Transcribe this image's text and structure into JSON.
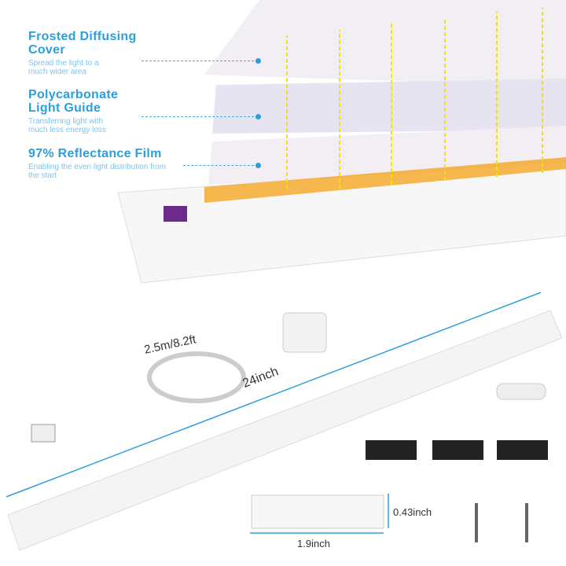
{
  "layers": [
    {
      "title": "Frosted Diffusing Cover",
      "subtitle": "Spread the light to a much wider area"
    },
    {
      "title": "Polycarbonate Light Guide",
      "subtitle": "Transferring light with much less energy loss"
    },
    {
      "title": "97% Reflectance Film",
      "subtitle": "Enabling the even light distribution from the start"
    }
  ],
  "dimensions": {
    "cable": "2.5m/8.2ft",
    "length": "24inch",
    "height": "0.43inch",
    "width": "1.9inch"
  },
  "colors": {
    "accent": "#2a9fdc",
    "arrow": "#f2e600",
    "led": "#f5a623"
  }
}
